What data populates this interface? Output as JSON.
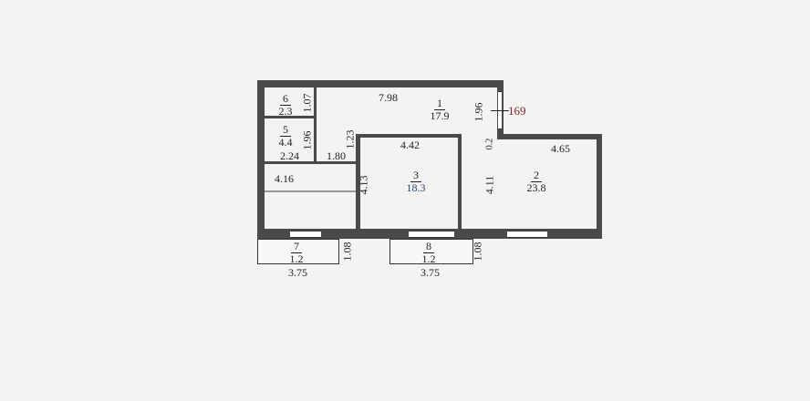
{
  "rooms": [
    {
      "number": "1",
      "area": "17.9"
    },
    {
      "number": "2",
      "area": "23.8"
    },
    {
      "number": "3",
      "area": "18.3"
    },
    {
      "number": "5",
      "area": "4.4"
    },
    {
      "number": "6",
      "area": "2.3"
    },
    {
      "number": "7",
      "area": "1.2"
    },
    {
      "number": "8",
      "area": "1.2"
    }
  ],
  "dimensions": {
    "d798": "7.98",
    "d196a": "1.96",
    "d196b": "1.96",
    "d107": "1.07",
    "d224": "2.24",
    "d180": "1.80",
    "d123": "1.23",
    "d442": "4.42",
    "d02": "0.2",
    "d465": "4.65",
    "d411": "4.11",
    "d413": "4.13",
    "d416": "4.16",
    "d108a": "1.08",
    "d108b": "1.08",
    "d375a": "3.75",
    "d375b": "3.75"
  },
  "marker": "169",
  "colors": {
    "wall": "#4a4a4a",
    "marker": "#7a1f2a",
    "area_room3": "#2a3f78"
  }
}
